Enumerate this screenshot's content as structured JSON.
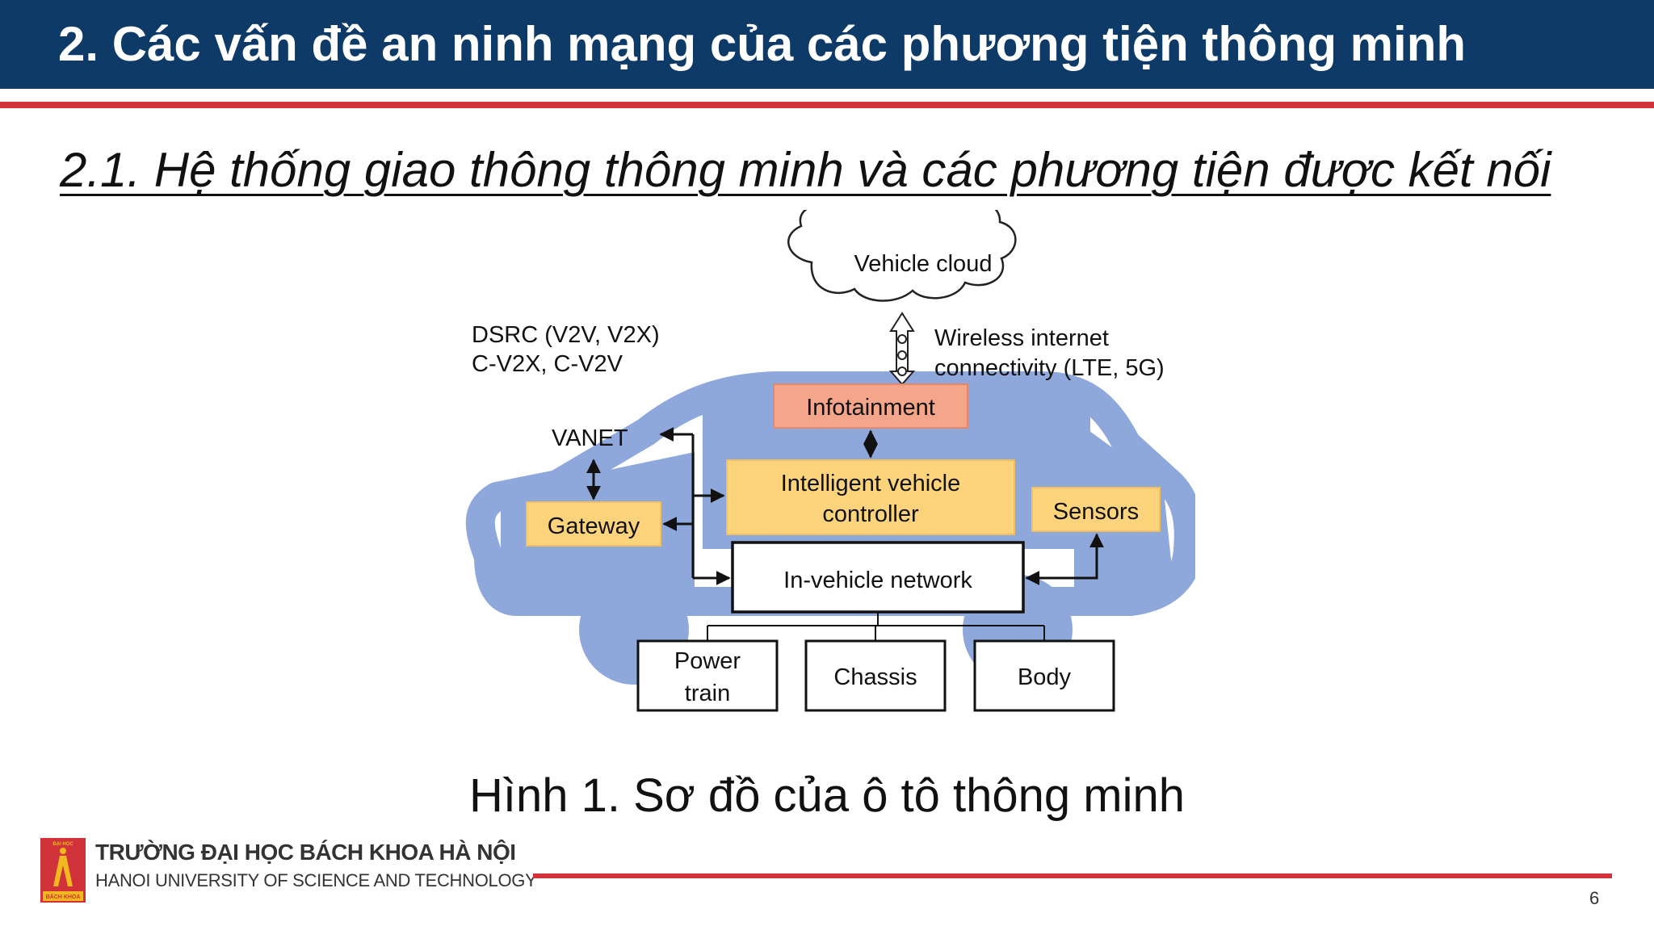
{
  "header": {
    "title": "2. Các vấn đề an ninh mạng của các phương tiện thông minh"
  },
  "subtitle": "2.1. Hệ thống giao thông thông minh và các phương tiện được kết nối",
  "diagram": {
    "cloud": "Vehicle cloud",
    "dsrc_line1": "DSRC (V2V, V2X)",
    "dsrc_line2": "C-V2X, C-V2V",
    "wireless_line1": "Wireless internet",
    "wireless_line2": "connectivity (LTE, 5G)",
    "infotainment": "Infotainment",
    "vanet": "VANET",
    "ivc_line1": "Intelligent vehicle",
    "ivc_line2": "controller",
    "gateway": "Gateway",
    "sensors": "Sensors",
    "network": "In-vehicle network",
    "power_line1": "Power",
    "power_line2": "train",
    "chassis": "Chassis",
    "body": "Body"
  },
  "caption": "Hình 1. Sơ đồ của ô tô thông minh",
  "footer": {
    "logo_text_top": "ĐẠI HỌC",
    "logo_text_bottom": "BÁCH KHOA",
    "university_vn": "TRƯỜNG ĐẠI HỌC BÁCH KHOA HÀ NỘI",
    "university_en": "HANOI UNIVERSITY OF SCIENCE AND TECHNOLOGY",
    "page_number": "6"
  },
  "colors": {
    "header_bg": "#0d3a66",
    "accent_red": "#d0323a",
    "car_blue": "#8fa8dc",
    "infotainment_fill": "#f4a58a",
    "controller_fill": "#fdd37c"
  }
}
